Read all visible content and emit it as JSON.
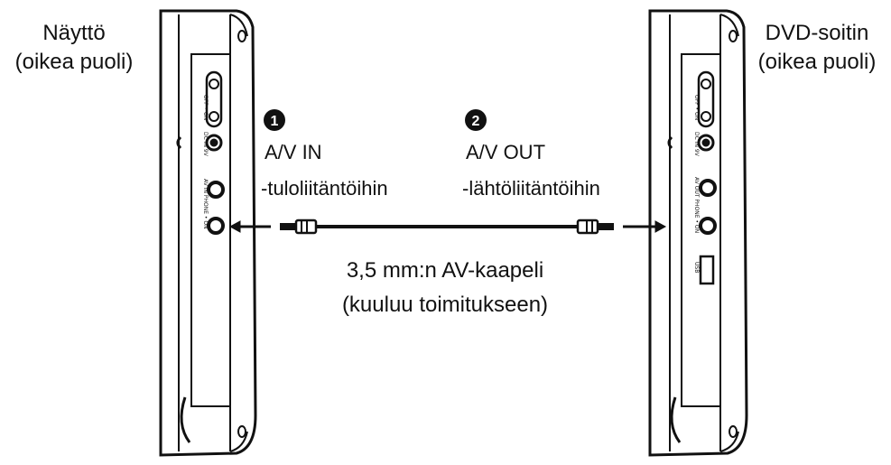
{
  "left_device": {
    "title_line1": "Näyttö",
    "title_line2": "(oikea puoli)",
    "port_labels": [
      "OFF • ON",
      "DC IN 9V",
      "AV IN PHONE • ON"
    ]
  },
  "right_device": {
    "title_line1": "DVD-soitin",
    "title_line2": "(oikea puoli)",
    "port_labels": [
      "OFF • ON",
      "DC IN 9V",
      "AV OUT PHONE • ON",
      "USB"
    ]
  },
  "step1": {
    "number": "1",
    "line1": "A/V IN",
    "line2": "-tuloliitäntöihin"
  },
  "step2": {
    "number": "2",
    "line1": "A/V OUT",
    "line2": "-lähtöliitäntöihin"
  },
  "cable": {
    "line1": "3,5 mm:n AV-kaapeli",
    "line2": "(kuuluu toimitukseen)"
  },
  "colors": {
    "ink": "#111111",
    "background": "#ffffff"
  }
}
